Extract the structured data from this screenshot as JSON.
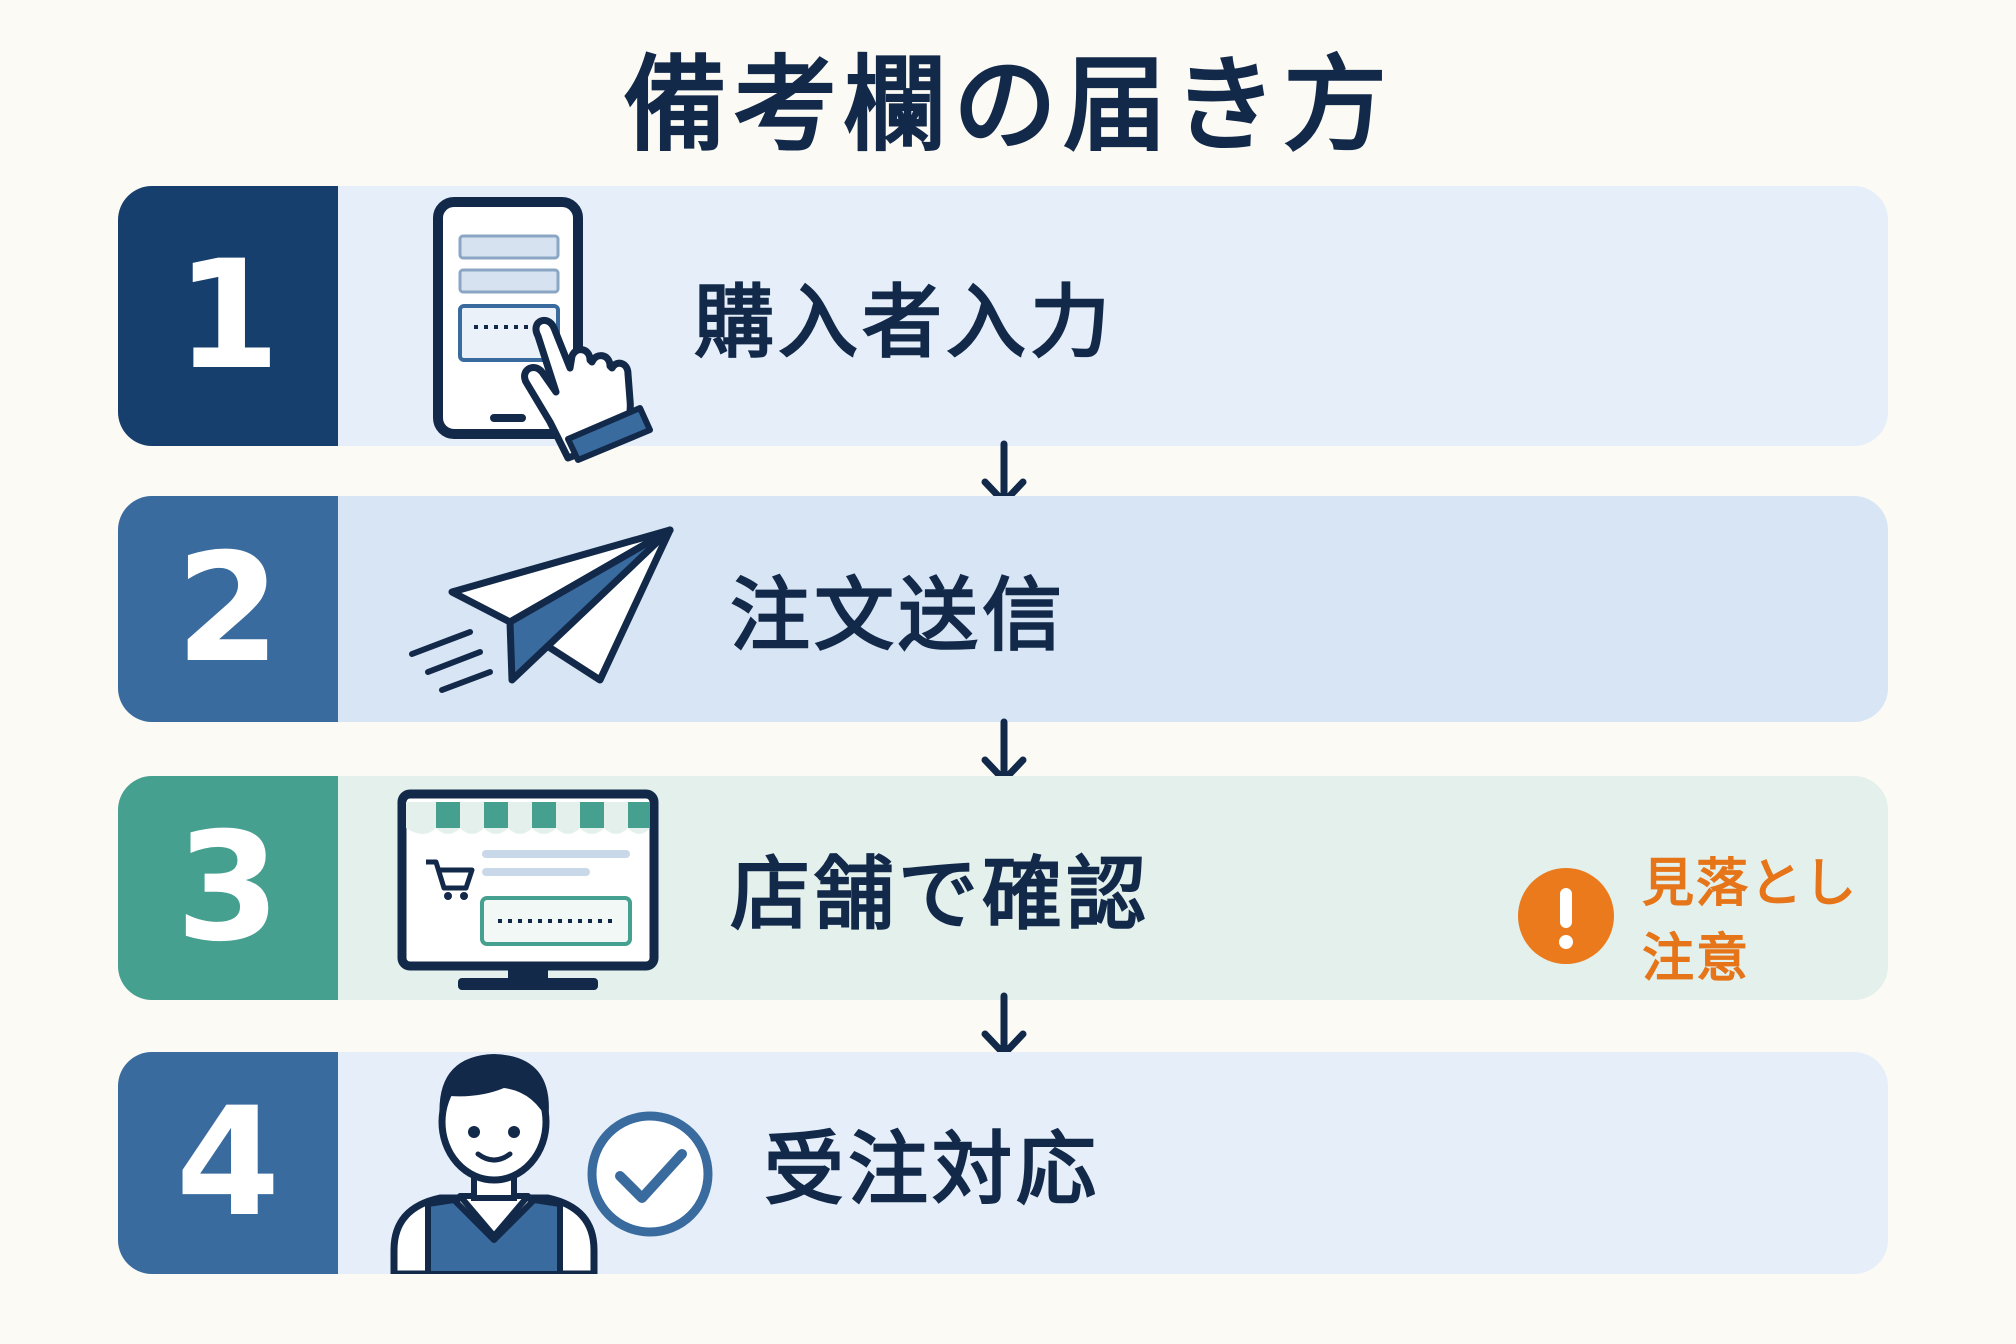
{
  "title": "備考欄の届き方",
  "steps": [
    {
      "number": "1",
      "label": "購入者入力",
      "icon": "smartphone-tap-icon"
    },
    {
      "number": "2",
      "label": "注文送信",
      "icon": "paper-plane-icon"
    },
    {
      "number": "3",
      "label": "店舗で確認",
      "icon": "storefront-monitor-icon"
    },
    {
      "number": "4",
      "label": "受注対応",
      "icon": "staff-check-icon"
    }
  ],
  "warning": {
    "text": "見落とし注意",
    "icon": "exclamation-icon"
  },
  "colors": {
    "step1_number_bg": "#173f6d",
    "step2_number_bg": "#3a6b9f",
    "step3_number_bg": "#46a08f",
    "step4_number_bg": "#3a6b9f",
    "step1_bg": "#e6eff9",
    "step2_bg": "#d7e5f4",
    "step3_bg": "#e4f0ec",
    "step4_bg": "#e6eff9",
    "text": "#12294a",
    "warning": "#ea7a1c"
  }
}
